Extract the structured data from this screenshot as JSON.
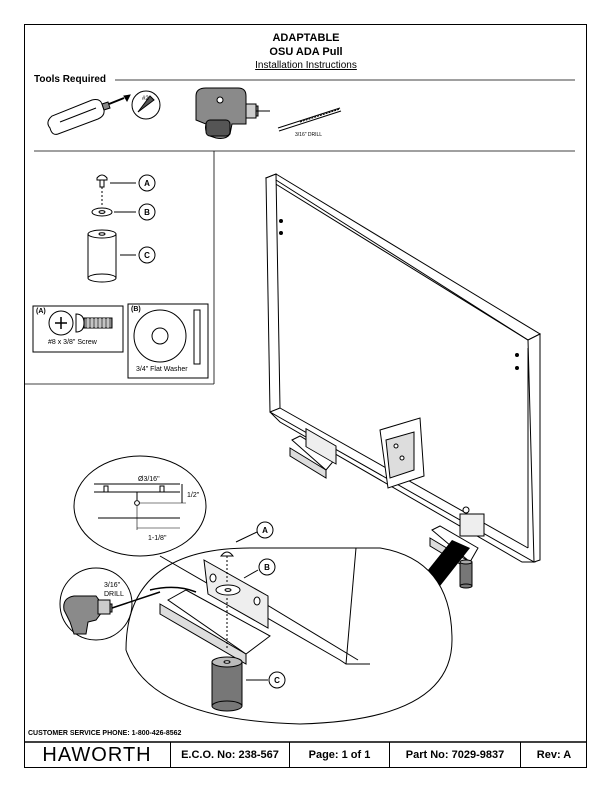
{
  "header": {
    "line1": "ADAPTABLE",
    "line2": "OSU ADA Pull",
    "line3": "Installation Instructions"
  },
  "tools": {
    "heading": "Tools Required",
    "bit_label": "#2",
    "drill_bit_label": "3/16\" DRILL"
  },
  "parts": {
    "callouts": [
      "A",
      "B",
      "C"
    ],
    "screw_label": "(A)",
    "screw_desc": "#8 x 3/8\" Screw",
    "washer_label": "(B)",
    "washer_desc": "3/4\" Flat Washer"
  },
  "detail": {
    "hole_dia": "Ø3/16\"",
    "dim_vertical": "1/2\"",
    "dim_horizontal": "1-1/8\"",
    "drill_label_1": "3/16\"",
    "drill_label_2": "DRILL"
  },
  "footer": {
    "phone": "CUSTOMER SERVICE PHONE: 1-800-426-8562",
    "brand": "HAWORTH",
    "eco": "E.C.O. No: 238-567",
    "page": "Page: 1 of 1",
    "part_no": "Part No: 7029-9837",
    "rev": "Rev: A"
  }
}
